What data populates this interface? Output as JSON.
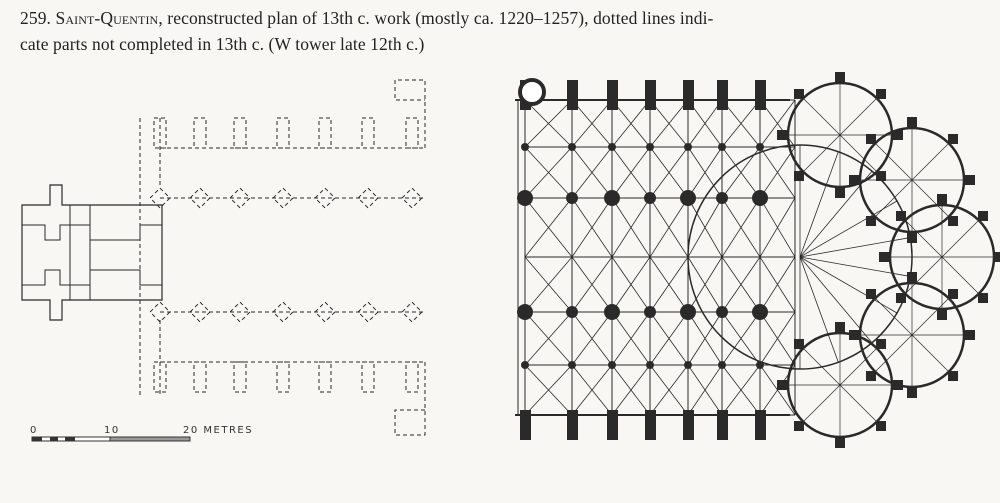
{
  "caption": {
    "number": "259.",
    "title": "Saint-Quentin",
    "line1_rest": ", reconstructed plan of 13th c. work (mostly ca. 1220–1257), dotted lines indi-",
    "line2": "cate parts not completed in 13th c. (W tower late 12th c.)"
  },
  "scale_bar": {
    "labels": [
      "0",
      "10",
      "20 METRES"
    ]
  },
  "colors": {
    "ink": "#2a2a2a",
    "paper": "#f8f7f3"
  }
}
